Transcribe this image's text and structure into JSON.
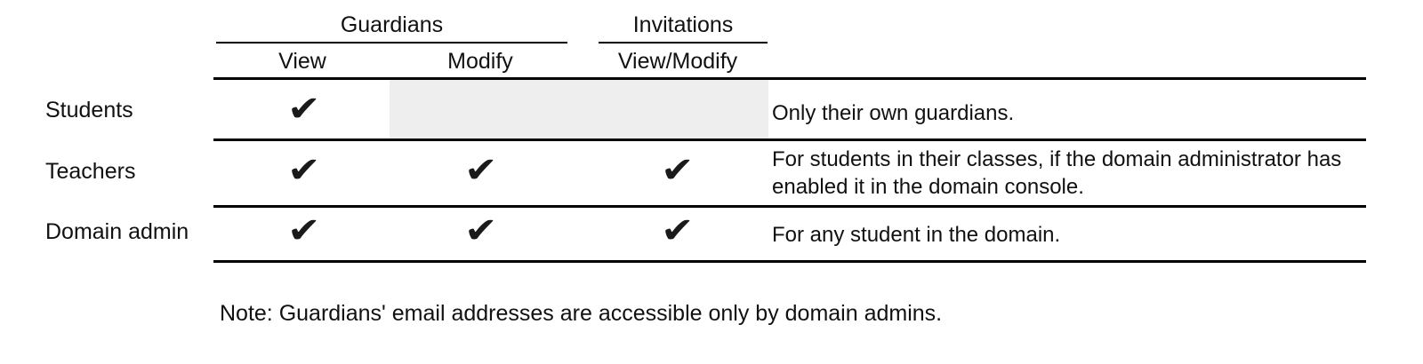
{
  "table": {
    "column_groups": [
      {
        "label": "Guardians",
        "spans": [
          "View",
          "Modify"
        ]
      },
      {
        "label": "Invitations",
        "spans": [
          "View/Modify"
        ]
      }
    ],
    "sub_headers": [
      "View",
      "Modify",
      "View/Modify"
    ],
    "row_header_label": "",
    "notes_header_label": "",
    "rows": [
      {
        "label": "Students",
        "guardians_view": "check",
        "guardians_modify": "shaded",
        "invitations_view_modify": "none",
        "note": "Only their own guardians."
      },
      {
        "label": "Teachers",
        "guardians_view": "check",
        "guardians_modify": "check",
        "invitations_view_modify": "check",
        "note": "For students in their classes, if the domain administrator has enabled it in the domain console."
      },
      {
        "label": "Domain admin",
        "guardians_view": "check",
        "guardians_modify": "check",
        "invitations_view_modify": "check",
        "note": "For any student in the domain."
      }
    ],
    "check_glyph": "✔"
  },
  "footnote": {
    "text": "Note: Guardians' email addresses are accessible only by domain admins."
  },
  "colors": {
    "background": "#ffffff",
    "text": "#111111",
    "rule": "#000000",
    "shaded_cell": "#eeeeee",
    "check": "#1a1a1a"
  }
}
